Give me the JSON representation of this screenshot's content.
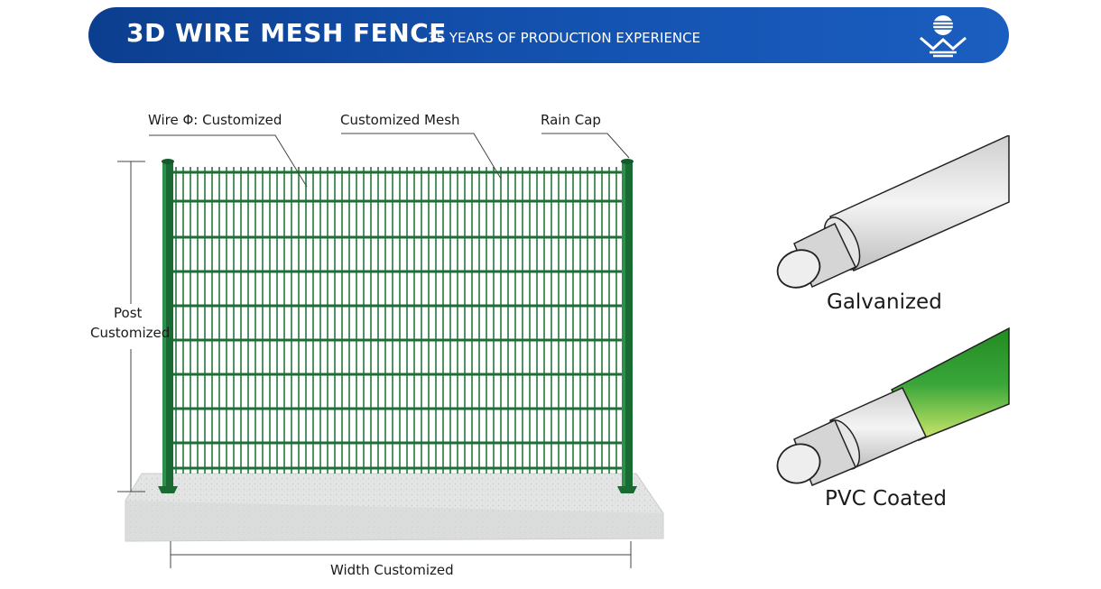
{
  "banner": {
    "title": "3D WIRE MESH FENCE",
    "subtitle": "35 YEARS OF PRODUCTION EXPERIENCE",
    "logo_icon": "company-logo-icon"
  },
  "fence_labels": {
    "wire": "Wire Φ: Customized",
    "mesh": "Customized Mesh",
    "rain_cap": "Rain Cap",
    "post_line1": "Post",
    "post_line2": "Customized",
    "width": "Width Customized"
  },
  "finishes": {
    "galvanized": "Galvanized",
    "pvc": "PVC Coated"
  },
  "colors": {
    "banner_blue": "#1350ad",
    "fence_green": "#1f7a3a",
    "pvc_green": "#2ca02c",
    "galvanized_grey": "#d9d9d9"
  }
}
